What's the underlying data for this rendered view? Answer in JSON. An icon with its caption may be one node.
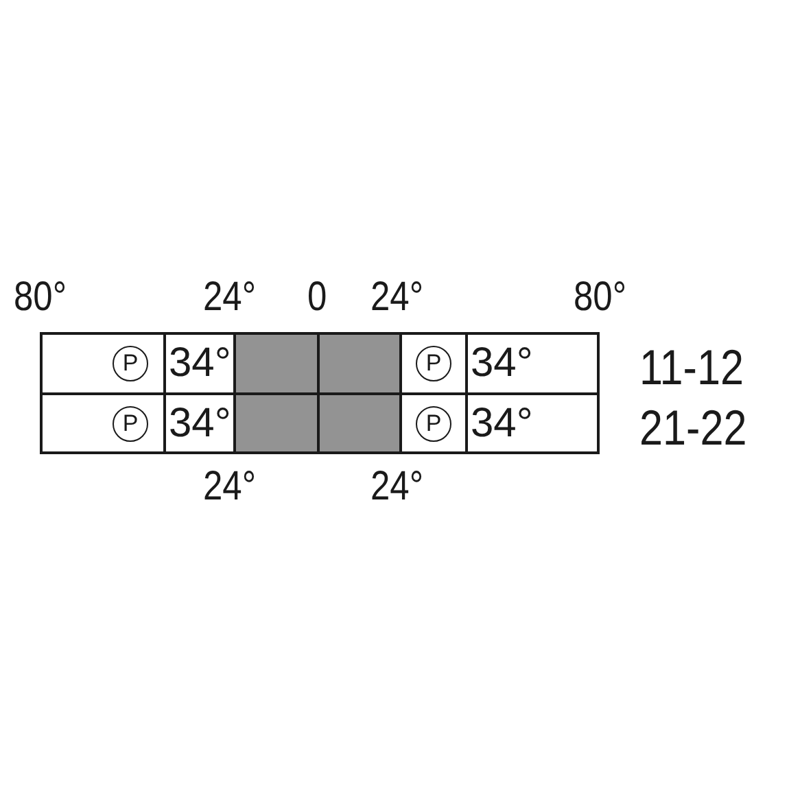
{
  "diagram": {
    "nodes": [
      {
        "text": [
          "P"
        ]
      },
      {
        "text": [
          "34°"
        ]
      },
      {
        "text": [
          "P"
        ]
      },
      {
        "text": [
          "34°"
        ]
      },
      {
        "text": [
          "P"
        ]
      },
      {
        "text": [
          "34°"
        ]
      },
      {
        "text": [
          "P"
        ]
      },
      {
        "text": [
          "34°"
        ]
      }
    ],
    "labels": [
      "80°",
      "24°",
      "0",
      "24°",
      "80°",
      "11-12",
      "21-22",
      "24°",
      "24°"
    ]
  }
}
